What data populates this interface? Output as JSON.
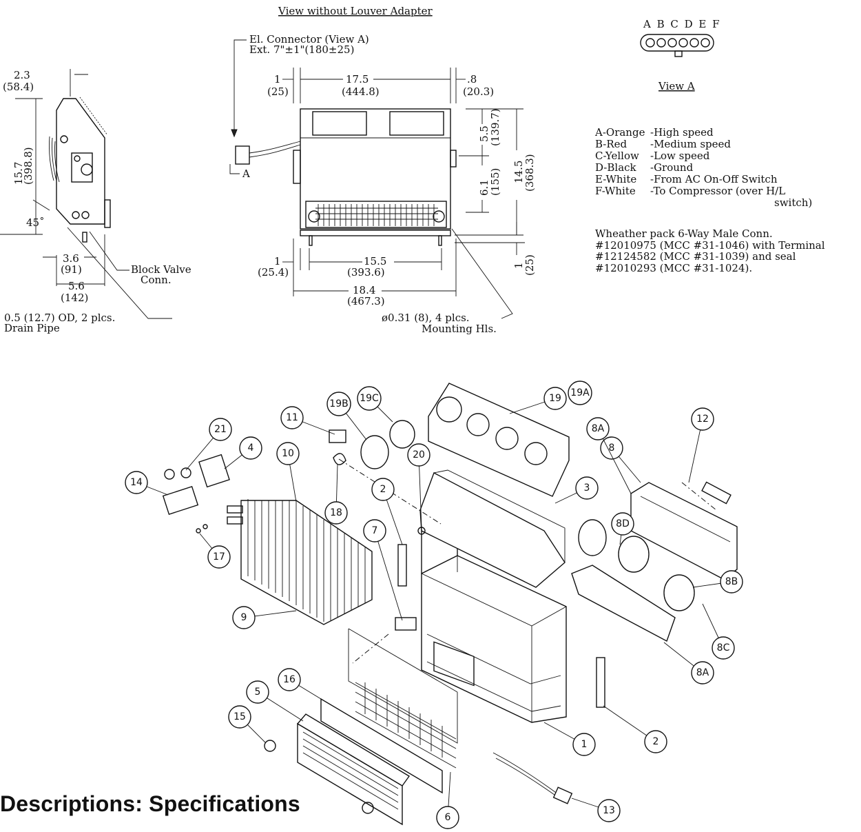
{
  "side_view": {
    "dims": [
      {
        "value": "2.3",
        "metric": "(58.4)"
      },
      {
        "value": "15.7",
        "metric": "(398.8)"
      },
      {
        "value": "3.6",
        "metric": "(91)"
      },
      {
        "value": "5.6",
        "metric": "(142)"
      }
    ],
    "angle": "45˚",
    "block_valve_label": [
      "Block Valve",
      "Conn."
    ],
    "drain_label": [
      "0.5 (12.7) OD, 2 plcs.",
      "Drain Pipe"
    ]
  },
  "front_view": {
    "title": "View without Louver Adapter",
    "connector_label": [
      "El. Connector (View A)",
      "Ext. 7\"±1\"(180±25)"
    ],
    "section_marker": "A",
    "dims": {
      "left_top": {
        "value": "1",
        "metric": "(25)"
      },
      "width_top": {
        "value": "17.5",
        "metric": "(444.8)"
      },
      "right_top": {
        "value": ".8",
        "metric": "(20.3)"
      },
      "upper_h": {
        "value": "5.5",
        "metric": "(139.7)"
      },
      "mid_h": {
        "value": "6.1",
        "metric": "(155)"
      },
      "total_h": {
        "value": "14.5",
        "metric": "(368.3)"
      },
      "left_bottom": {
        "value": "1",
        "metric": "(25.4)"
      },
      "inner_bottom": {
        "value": "15.5",
        "metric": "(393.6)"
      },
      "overall_bottom": {
        "value": "18.4",
        "metric": "(467.3)"
      },
      "base_h": {
        "value": "1",
        "metric": "(25)"
      }
    },
    "mounting_label": [
      "ø0.31 (8), 4 plcs.",
      "Mounting Hls."
    ]
  },
  "view_a": {
    "pins": "A B C D E F",
    "title": "View A",
    "legend": [
      {
        "pin": "A-Orange",
        "desc": "-High speed"
      },
      {
        "pin": "B-Red",
        "desc": "-Medium speed"
      },
      {
        "pin": "C-Yellow",
        "desc": "-Low speed"
      },
      {
        "pin": "D-Black",
        "desc": "-Ground"
      },
      {
        "pin": "E-White",
        "desc": "-From AC On-Off Switch"
      },
      {
        "pin": "F-White",
        "desc": "-To Compressor (over H/L"
      },
      {
        "pin": "",
        "desc": "switch)"
      }
    ],
    "connector_note": [
      "Wheather pack 6-Way Male Conn.",
      "#12010975 (MCC #31-1046) with Terminal",
      "#12124582 (MCC #31-1039) and seal",
      "#12010293 (MCC #31-1024)."
    ]
  },
  "callouts": [
    "1",
    "2",
    "2",
    "3",
    "4",
    "5",
    "6",
    "7",
    "8",
    "8A",
    "8A",
    "8B",
    "8C",
    "8D",
    "9",
    "10",
    "11",
    "12",
    "13",
    "14",
    "15",
    "16",
    "17",
    "18",
    "19",
    "19A",
    "19B",
    "19C",
    "20",
    "21"
  ],
  "footer": {
    "title": "Descriptions: Specifications"
  }
}
